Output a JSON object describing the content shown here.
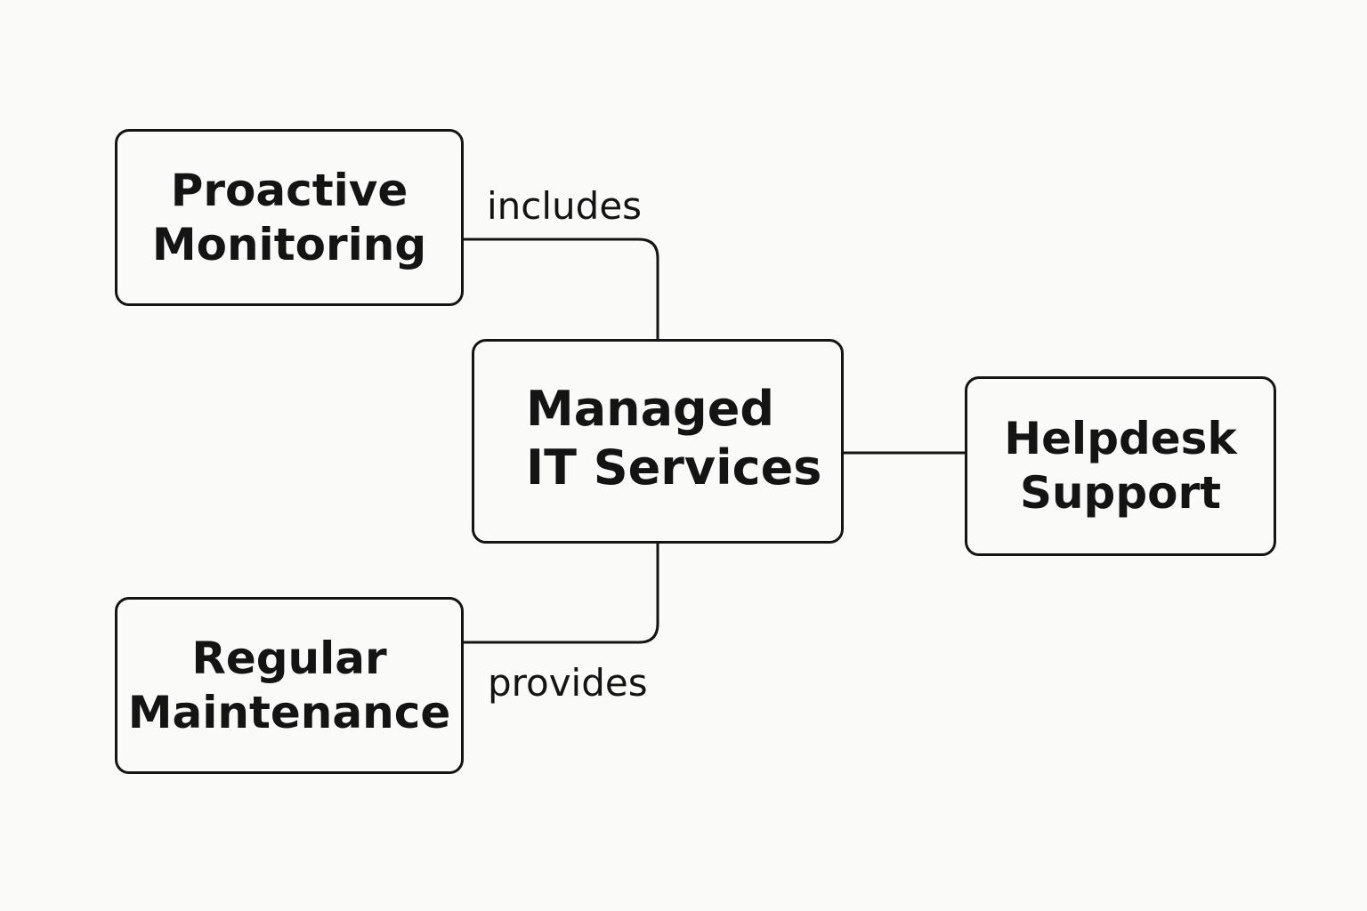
{
  "nodes": {
    "proactive": {
      "lines": [
        "Proactive",
        "Monitoring"
      ]
    },
    "managed": {
      "lines": [
        "Managed",
        "IT Services"
      ]
    },
    "helpdesk": {
      "lines": [
        "Helpdesk",
        "Support"
      ]
    },
    "regular": {
      "lines": [
        "Regular",
        "Maintenance"
      ]
    }
  },
  "edges": {
    "includes": {
      "label": "includes"
    },
    "provides": {
      "label": "provides"
    }
  },
  "colors": {
    "background": "#fafaf8",
    "stroke": "#141414"
  }
}
